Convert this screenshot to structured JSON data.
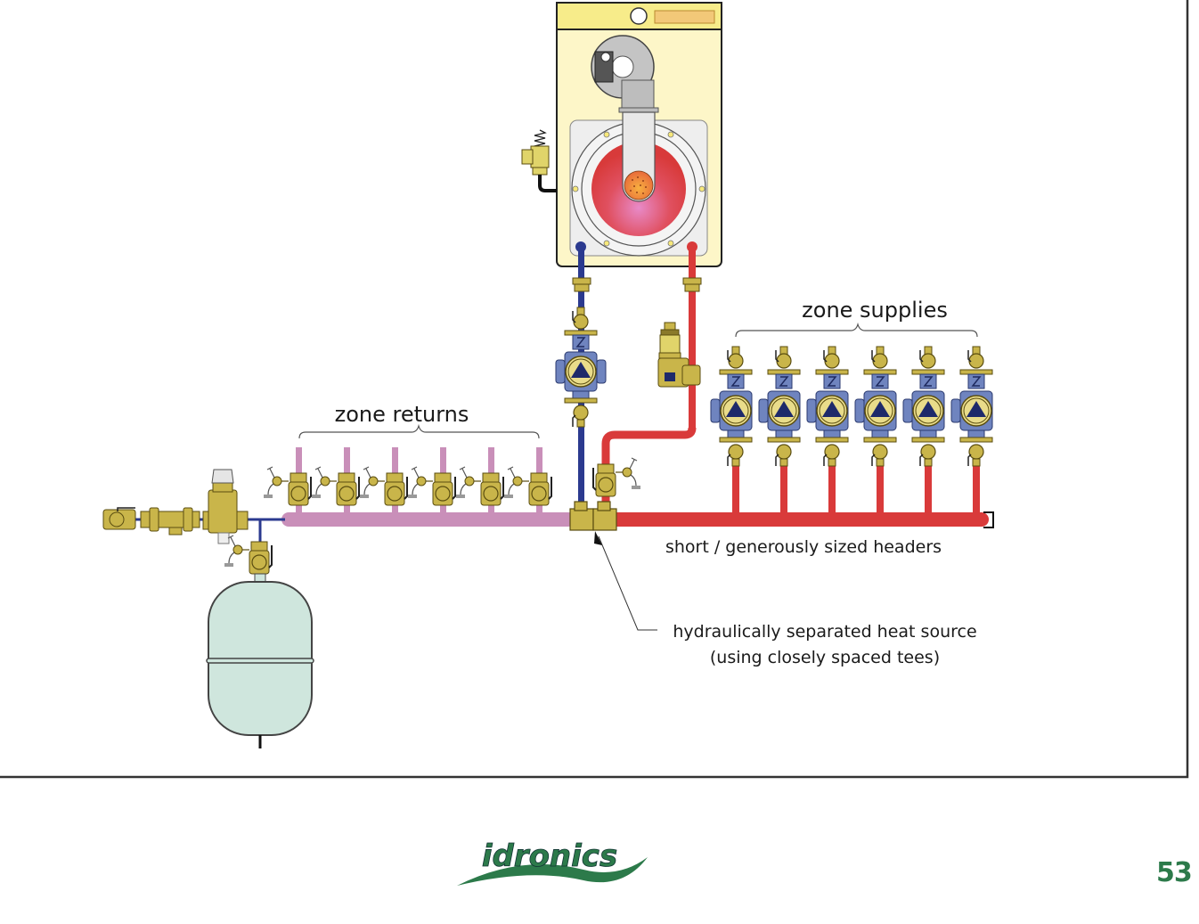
{
  "diagram": {
    "title": "Boiler with hydraulically separated headers",
    "labels": {
      "zone_returns": "zone returns",
      "zone_supplies": "zone supplies",
      "headers_note": "short / generously sized headers",
      "separation_note_line1": "hydraulically separated heat source",
      "separation_note_line2": "(using closely spaced tees)"
    },
    "components": {
      "boiler": "boiler",
      "relief_valve": "pressure relief valve",
      "boiler_circulator": "boiler circulator",
      "air_separator": "air vent",
      "zone_circulators_count": 6,
      "zone_return_valves_count": 6,
      "expansion_tank": "expansion tank",
      "makeup_water_assembly": "make-up water assembly"
    },
    "colors": {
      "supply_pipe": "#d93a3a",
      "return_pipe": "#2b3a8f",
      "return_header": "#c98fb9",
      "brass": "#c9b54a",
      "pump_body": "#6f84bf",
      "boiler_cabinet": "#fdf6c8",
      "tank": "#cfe6dd"
    }
  },
  "footer": {
    "logo_text": "idronics",
    "page_number": "53"
  }
}
